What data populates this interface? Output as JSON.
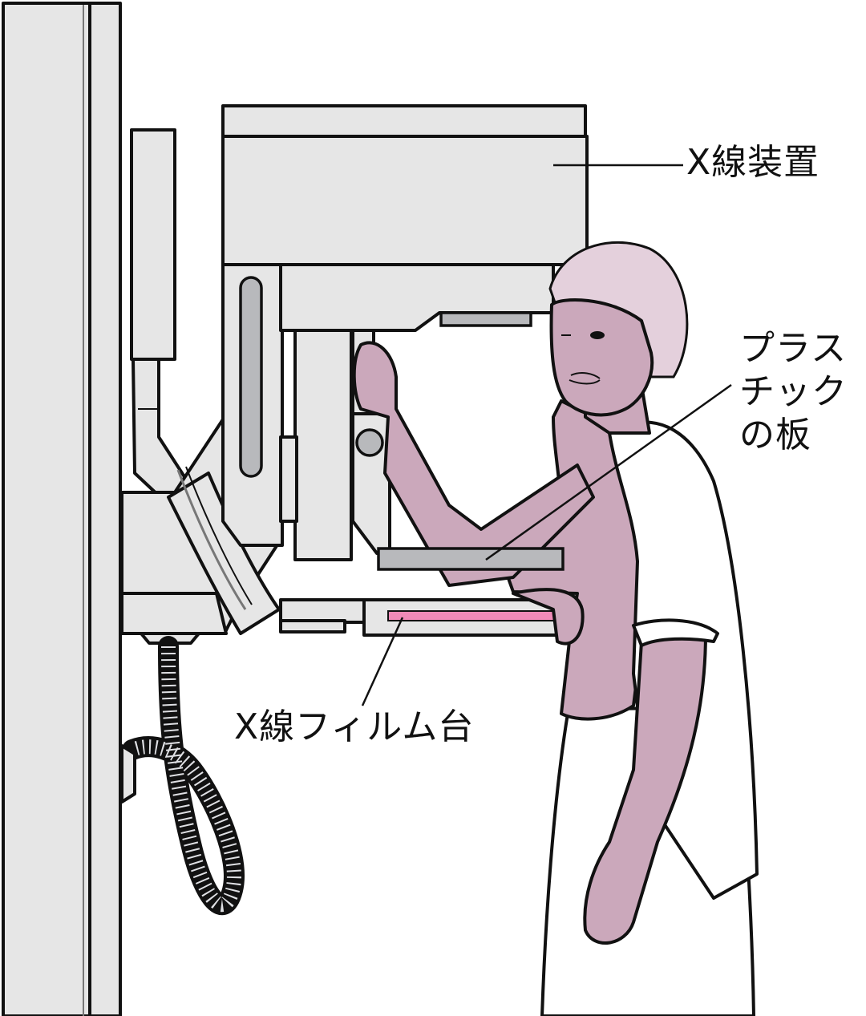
{
  "figure": {
    "subject": "mammography examination",
    "colors": {
      "equipment_fill": "#e6e6e6",
      "equipment_dark": "#b8b9bc",
      "skin": "#cba8bb",
      "hair": "#e4d0dc",
      "film": "#f08ab8",
      "outline": "#111111",
      "background": "#ffffff"
    }
  },
  "labels": {
    "xray_unit": "X線装置",
    "plastic_plate": [
      "プラス",
      "チック",
      "の板"
    ],
    "film_holder": "X線フィルム台"
  }
}
